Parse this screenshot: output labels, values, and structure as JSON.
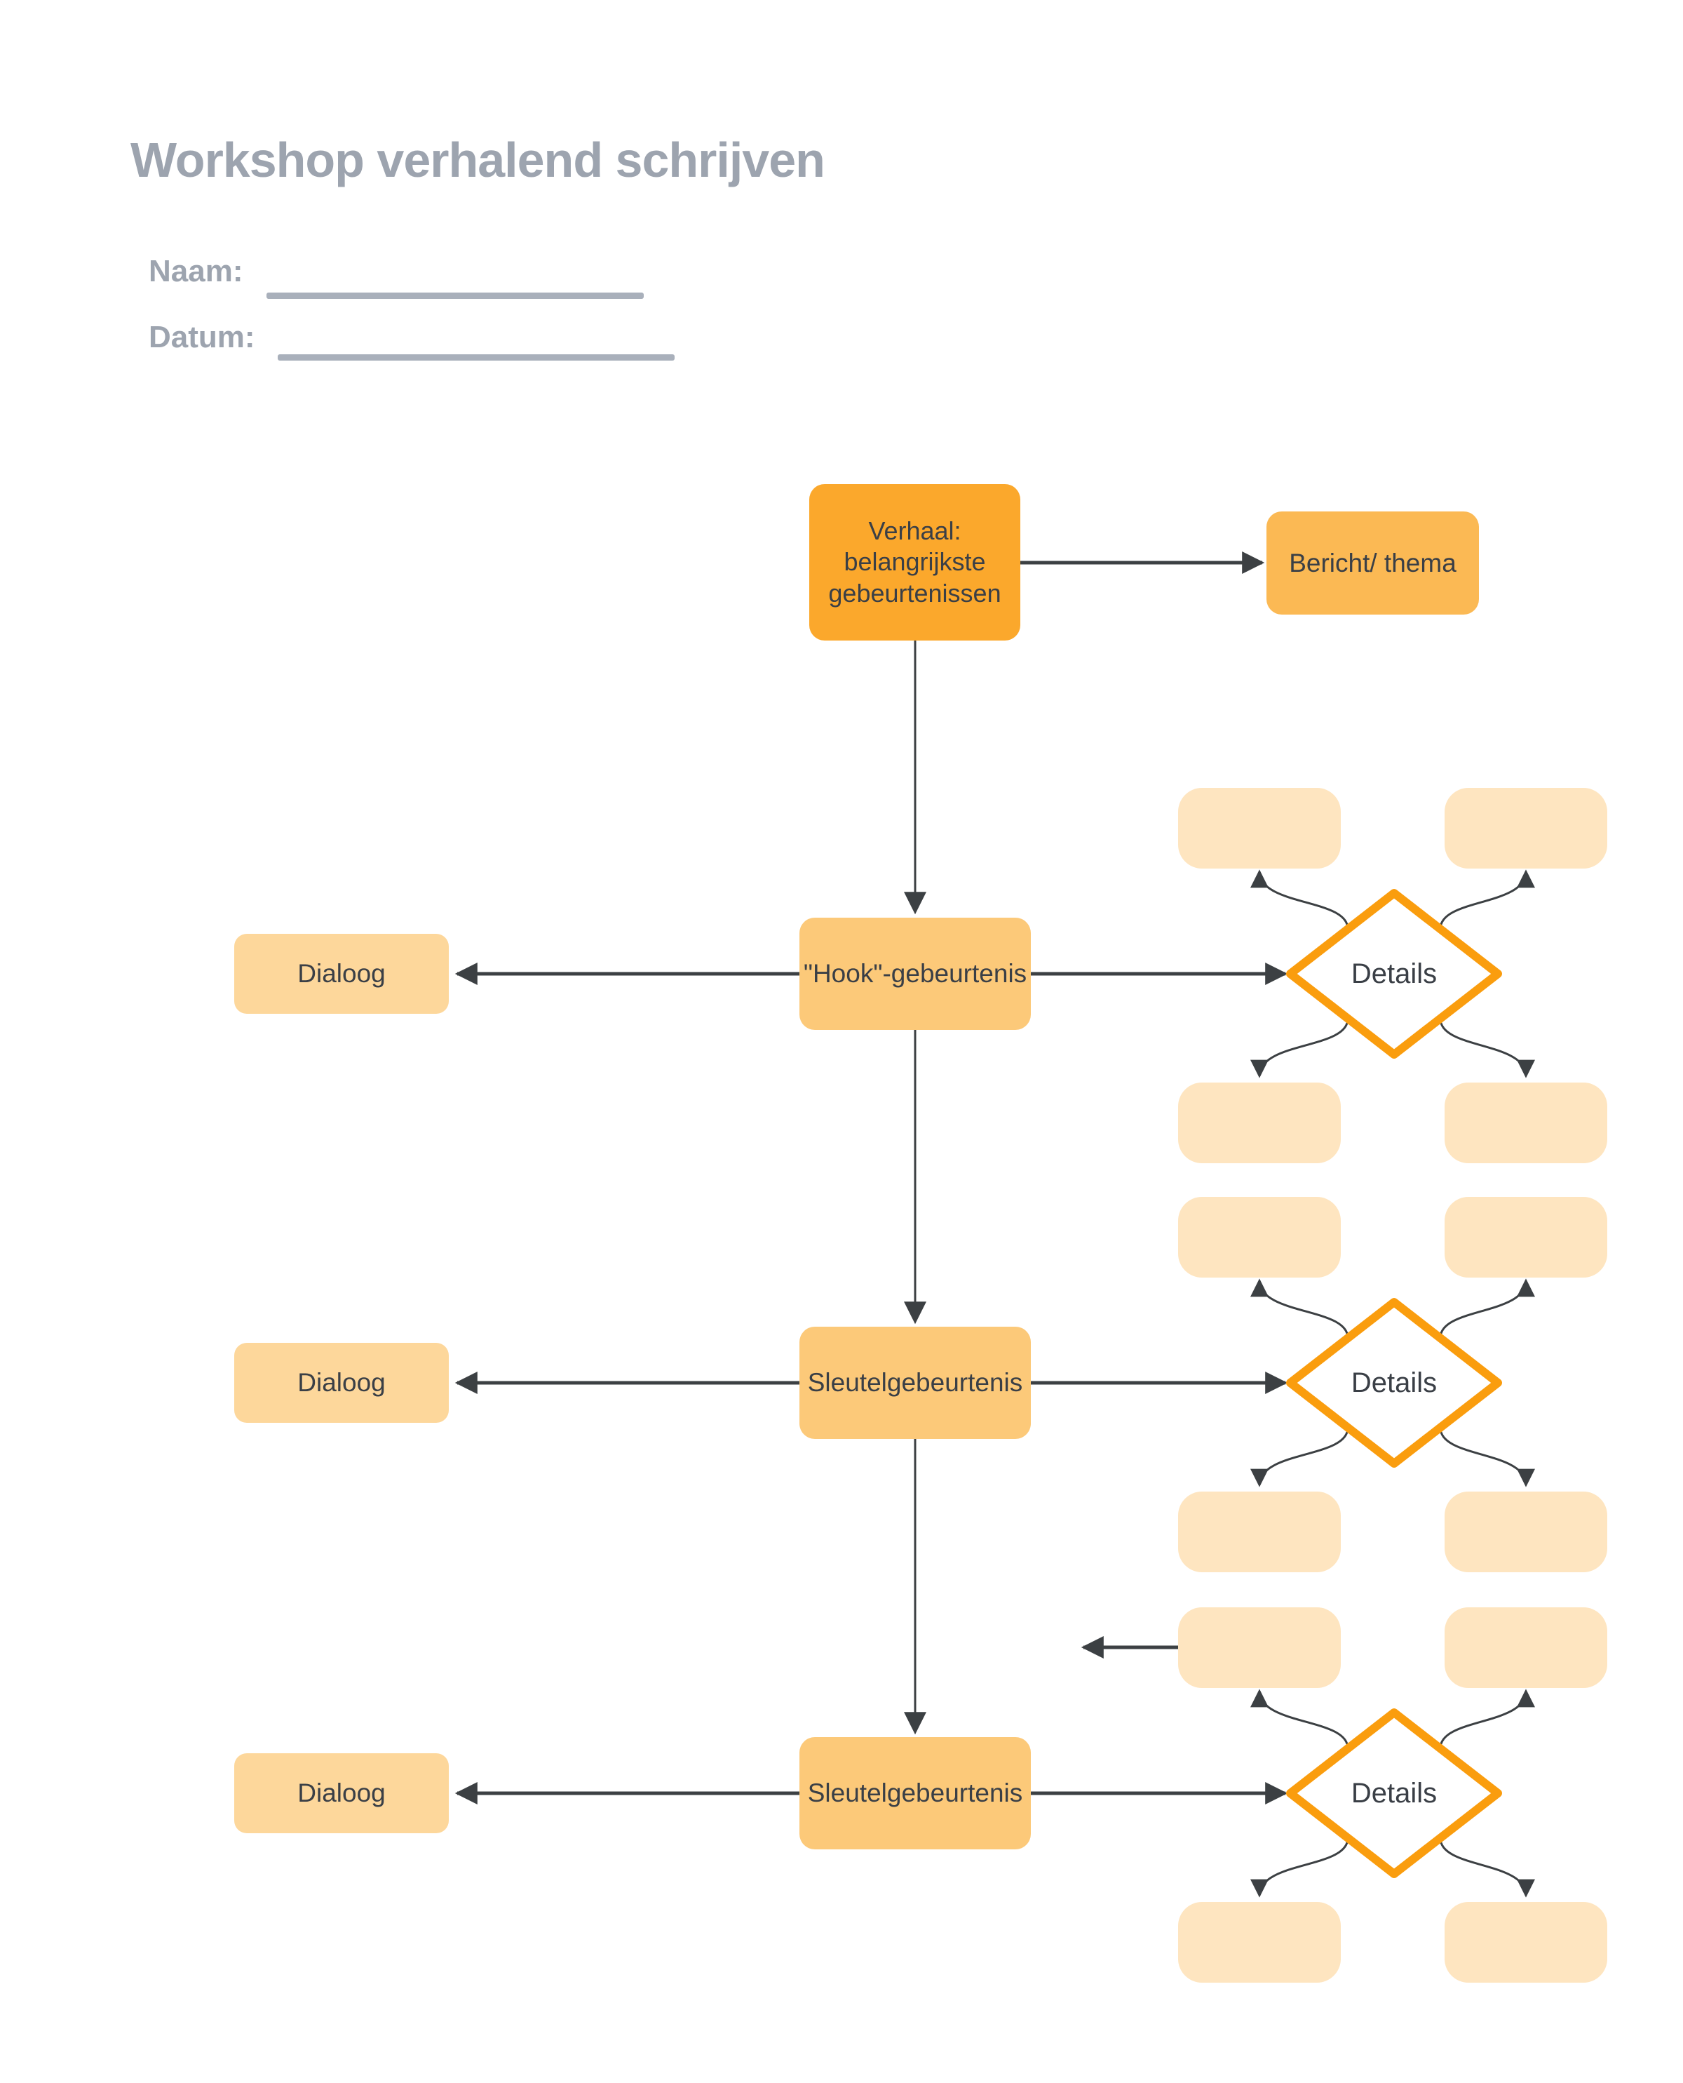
{
  "header": {
    "title": "Workshop verhalend schrijven"
  },
  "form": {
    "name_label": "Naam:",
    "date_label": "Datum:"
  },
  "flowchart": {
    "root_box": {
      "label": "Verhaal: belangrijkste gebeurtenissen"
    },
    "theme_box": {
      "label": "Bericht/ thema"
    },
    "rows": [
      {
        "main": "\"Hook\"-gebeurtenis",
        "dialog": "Dialoog",
        "diamond": "Details"
      },
      {
        "main": "Sleutelgebeurtenis",
        "dialog": "Dialoog",
        "diamond": "Details"
      },
      {
        "main": "Sleutelgebeurtenis",
        "dialog": "Dialoog",
        "diamond": "Details"
      }
    ],
    "blank_note_boxes_per_row": 4,
    "blank_note_boxes_total": 12
  },
  "colors": {
    "title_gray": "#9da4af",
    "underline_gray": "#a9b0bb",
    "root_box_orange": "#fba82c",
    "theme_box_orange": "#fbb954",
    "event_box_orange": "#fcc979",
    "dialog_box_orange": "#fdd79b",
    "note_box_peach": "#fee5c0",
    "diamond_border_orange": "#fa9d0e",
    "connector_dark": "#3c4043",
    "text_dark": "#3a3f46"
  }
}
